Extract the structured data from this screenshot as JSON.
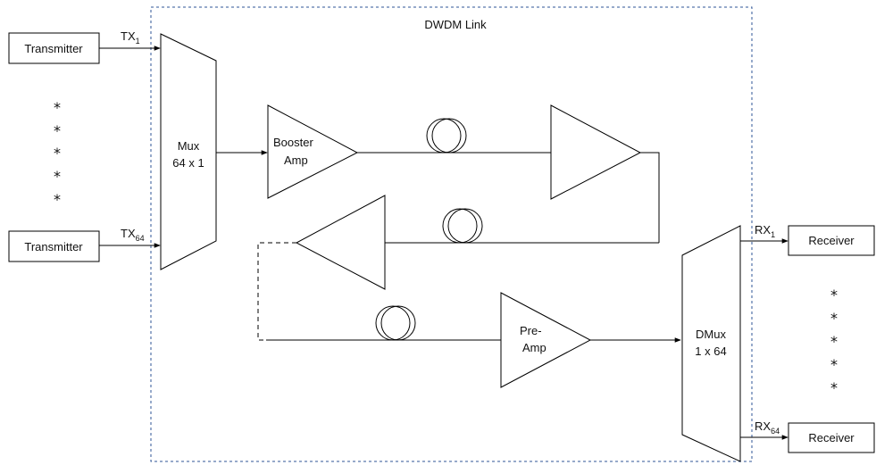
{
  "link_label": "DWDM Link",
  "transmitters": [
    {
      "label": "Transmitter",
      "channel": "TX",
      "channel_sub": "1"
    },
    {
      "label": "Transmitter",
      "channel": "TX",
      "channel_sub": "64"
    }
  ],
  "receivers": [
    {
      "label": "Receiver",
      "channel": "RX",
      "channel_sub": "1"
    },
    {
      "label": "Receiver",
      "channel": "RX",
      "channel_sub": "64"
    }
  ],
  "mux": {
    "line1": "Mux",
    "line2": "64 x 1"
  },
  "dmux": {
    "line1": "DMux",
    "line2": "1 x 64"
  },
  "booster_amp": {
    "line1": "Booster",
    "line2": "Amp"
  },
  "pre_amp": {
    "line1": "Pre-",
    "line2": "Amp"
  },
  "ellipsis_symbol": "*",
  "colors": {
    "line": "#000000",
    "border_dashed": "#2f5597",
    "text": "#111111"
  }
}
